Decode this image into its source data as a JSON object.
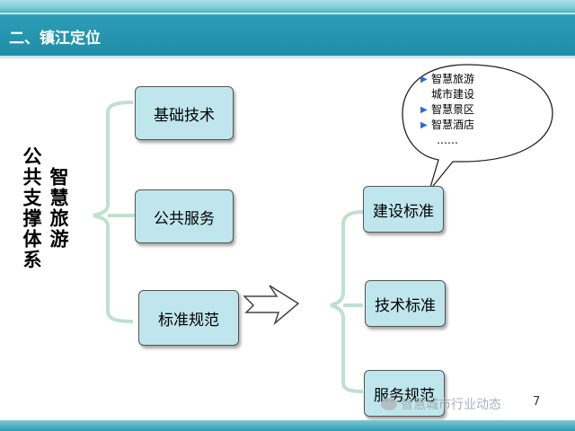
{
  "header": {
    "title": "二、镇江定位"
  },
  "left_labels": {
    "col1": "公共支撑体系",
    "col2": "智慧旅游"
  },
  "left_branch": {
    "items": [
      "基础技术",
      "公共服务",
      "标准规范"
    ]
  },
  "right_branch": {
    "items": [
      "建设标准",
      "技术标准",
      "服务规范"
    ]
  },
  "bubble": {
    "items": [
      {
        "text": "智慧旅游",
        "bullet": true
      },
      {
        "text": "城市建设",
        "bullet": false
      },
      {
        "text": "智慧景区",
        "bullet": true
      },
      {
        "text": "智慧酒店",
        "bullet": true
      },
      {
        "text": "……",
        "bullet": false
      }
    ]
  },
  "footer": {
    "page_number": "7",
    "watermark": "智慧城市行业动态"
  },
  "colors": {
    "box_fill": "#bfe6ec",
    "header": "#1f8ea8",
    "bullet": "#2a6fd1"
  }
}
